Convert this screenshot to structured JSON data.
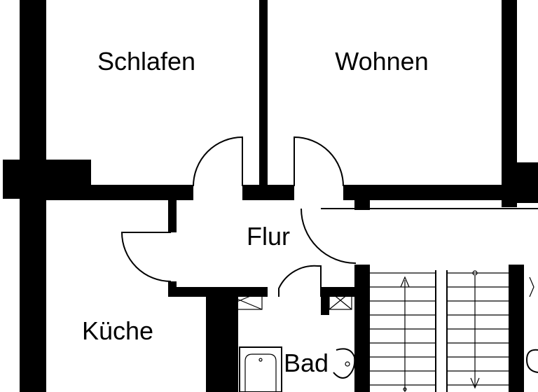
{
  "rooms": {
    "schlafen": "Schlafen",
    "wohnen": "Wohnen",
    "flur": "Flur",
    "kueche": "Küche",
    "bad": "Bad"
  },
  "colors": {
    "wall": "#000000",
    "background": "#ffffff"
  }
}
